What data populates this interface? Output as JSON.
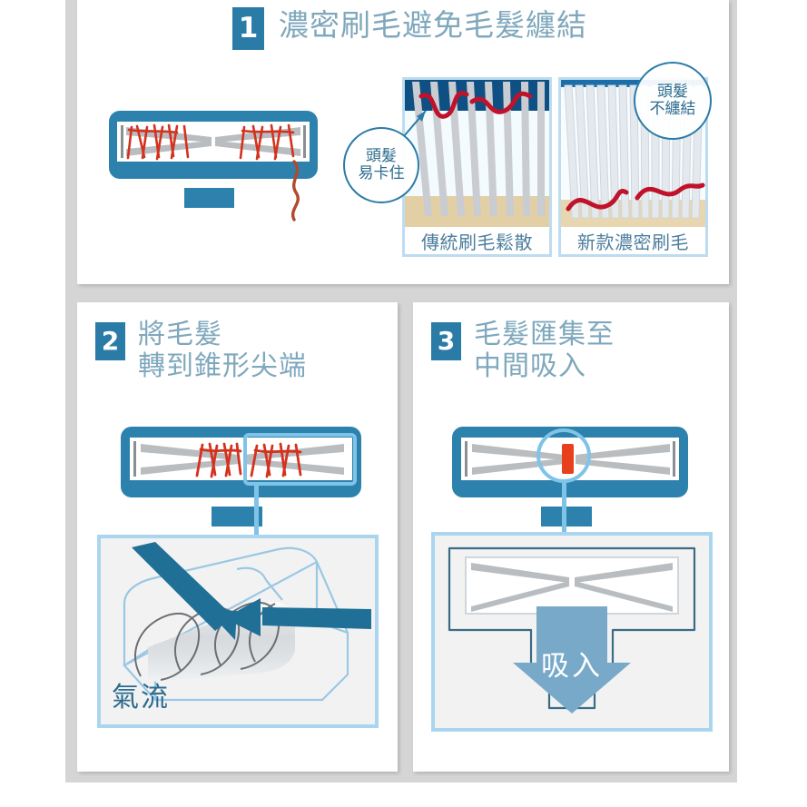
{
  "page": {
    "background": "#ffffff",
    "backdrop_color": "#d5d5d5",
    "accent_blue": "#2b7ba7",
    "device_blue": "#2d82ad",
    "light_blue": "#7fc4e8",
    "title_text_color": "#7fa8bd",
    "hair_red": "#d4321e"
  },
  "panels": [
    {
      "number": "1",
      "title": "濃密刷毛避免毛髮纏結",
      "callouts": [
        {
          "name": "hair-stuck",
          "text": "頭髮\n易卡住"
        },
        {
          "name": "hair-not-tangled",
          "text": "頭髮\n不纏結"
        }
      ],
      "tiles": [
        {
          "name": "traditional-bristles",
          "caption": "傳統刷毛鬆散"
        },
        {
          "name": "new-dense-bristles",
          "caption": "新款濃密刷毛"
        }
      ]
    },
    {
      "number": "2",
      "title": "將毛髮\n轉到錐形尖端",
      "label": "氣流"
    },
    {
      "number": "3",
      "title": "毛髮匯集至\n中間吸入",
      "label": "吸入"
    }
  ]
}
